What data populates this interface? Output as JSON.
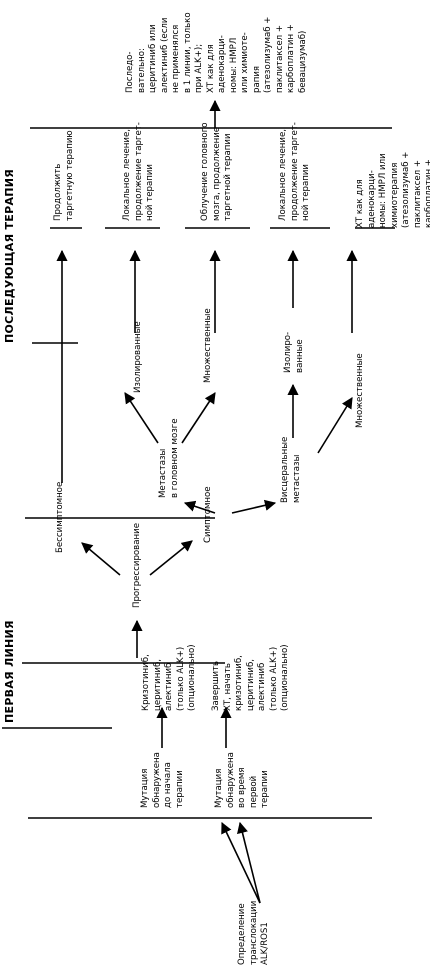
{
  "headings": {
    "first_line": "ПЕРВАЯ ЛИНИЯ",
    "subsequent": "ПОСЛЕДУЮЩАЯ ТЕРАПИЯ"
  },
  "nodes": {
    "start": "Определение\nтранслокации\nALK/ROS1",
    "mut_found": "Мутация\nобнаружена\nдо начала\nтерапии",
    "mut_during": "Мутация\nобнаружена\nво время\nпервой\nтерапии",
    "crizotinib": "Кризотиниб,\nцеритиниб,\nалектиниб\n(только ALK+)\n(опционально)",
    "complete_chemo": "Завершить\nХТ, начать\nкризотиниб,\nцеритиниб,\nалектиниб\n(только ALK+)\n(опционально)",
    "progression": "Прогрессирование",
    "asymptomatic": "Бессимптомное",
    "symptomatic": "Симптомное",
    "brain_mets": "Метастазы\nв головном мозге",
    "isolated_top": "Изолированные",
    "multiple_top": "Множественные",
    "mets_visceral": "Висцеральные\nметастазы",
    "isolated_bottom": "Изолиро-\nванные",
    "multiple_bottom": "Множественные",
    "continue_target": "Продолжить\nтаргетную терапию",
    "local_1": "Локальное лечение,\nпродолжение таргет-\nной терапии",
    "radiation": "Облучение головного\nмозга, продолжение\nтаргетной терапии",
    "local_2": "Локальное лечение,\nпродолжение таргет-\nной терапии",
    "chemo": "ХТ как для\nаденокарци-\nномы: НМРЛ или\nхимиотерапия\n(атезолизумаб +\nпаклитаксел +\nкарбоплатин +\nбевацизумаб)",
    "next": "Последо-\nвательно:\nцеритиниб или\nалектиниб (если\nне применялся\nв 1 линии, только\nпри ALK+);\nХТ как для\nаденокарци-\nномы: НМРЛ\nили химиоте-\nрапия\n(атезолизумаб +\nпаклитаксел +\nкарбоплатин +\nбевацизумаб)"
  }
}
